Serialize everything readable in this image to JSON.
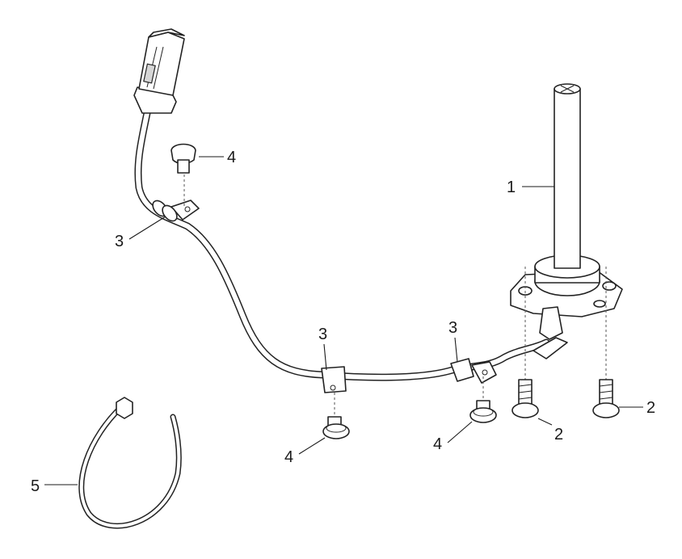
{
  "callouts": {
    "c1": "1",
    "c2a": "2",
    "c2b": "2",
    "c3a": "3",
    "c3b": "3",
    "c3c": "3",
    "c4a": "4",
    "c4b": "4",
    "c4c": "4",
    "c5": "5"
  },
  "icons": {
    "connector": "connector-icon",
    "sensor": "fuel-level-sensor-icon",
    "clip": "cable-clip-icon",
    "screw": "screw-icon",
    "tie": "cable-tie-icon"
  },
  "colors": {
    "line": "#222222",
    "shade": "#d6d6d6",
    "background": "#ffffff"
  }
}
